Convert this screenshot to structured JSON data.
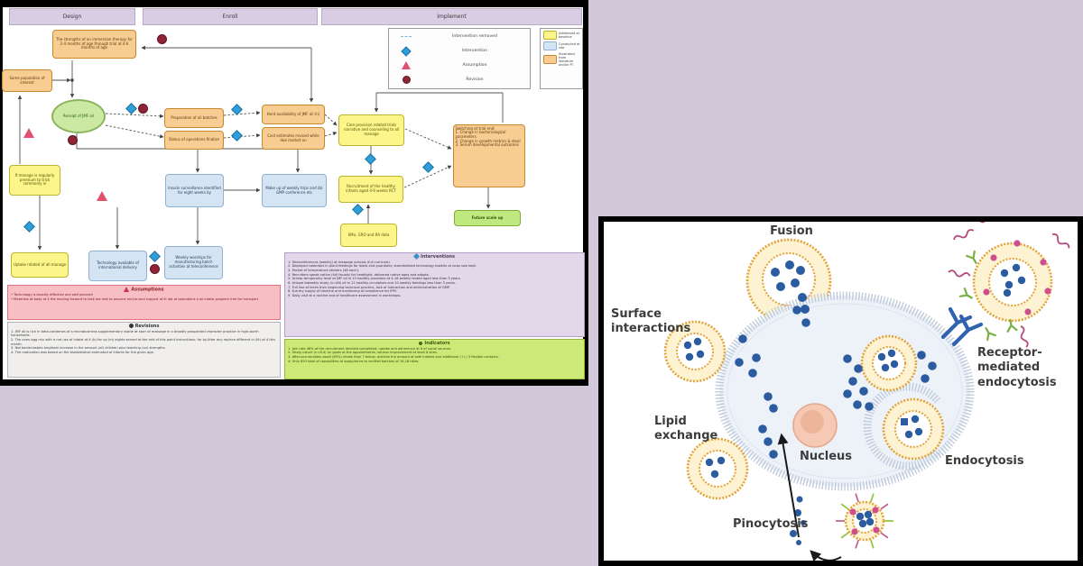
{
  "colors": {
    "background": "#d3c8da",
    "node_orange": "#f8cd92",
    "node_yellow": "#fbf58a",
    "node_blue": "#d4e4f3",
    "node_green": "#cbe9a2",
    "icon_diamond_blue": "#2f9fd8",
    "icon_triangle_pink": "#e2506e",
    "icon_circle_darkred": "#8e2436",
    "membrane_blue": "#bcc9db",
    "vesicle_orange": "#e3a33b",
    "dot_blue": "#2a5c9f",
    "nucleus_pink": "#f5c9b4"
  },
  "flowchart": {
    "tabs": [
      {
        "id": "design",
        "label": "Design"
      },
      {
        "id": "enroll",
        "label": "Enroll"
      },
      {
        "id": "implement",
        "label": "Implement"
      }
    ],
    "legend_symbols": {
      "rows": [
        {
          "icon": "dash-icon",
          "label": "Intervention removed"
        },
        {
          "icon": "diamond-icon",
          "label": "Intervention"
        },
        {
          "icon": "triangle-icon",
          "label": "Assumption"
        },
        {
          "icon": "circle-icon",
          "label": "Revision"
        }
      ]
    },
    "legend_node_types": {
      "rows": [
        {
          "swatch": "#fbf58a",
          "border": "#bdb32f",
          "label": "Addressed at baseline"
        },
        {
          "swatch": "#d4e4f3",
          "border": "#8fb2d4",
          "label": "Conducted at site"
        },
        {
          "swatch": "#f8cd92",
          "border": "#c8862f",
          "label": "Illustrated from literature and/or PI"
        }
      ]
    },
    "nodes": [
      {
        "id": "n1",
        "text": "The strengths of an immersion therapy for 2-4 months of age through trial at 4-6 months of age"
      },
      {
        "id": "n2",
        "text": "Same population of interest"
      },
      {
        "id": "n3",
        "text": "Preparation of oil batches"
      },
      {
        "id": "n4",
        "text": "Status of operations finalize"
      },
      {
        "id": "n5",
        "text": "Herd availability of JMF oil (n)"
      },
      {
        "id": "n6",
        "text": "Cost estimates revised while due market on"
      },
      {
        "id": "n7",
        "text": "Switching at trial end:\n1. Change in bacteriological parameters\n2. Change in growth metrics & stool\n3. Serum developmental outcomes"
      },
      {
        "id": "g1",
        "text": "Receipt of JMF oil"
      },
      {
        "id": "y1",
        "text": "If manage is regularly premium to trick commonly in"
      },
      {
        "id": "y2",
        "text": "Care provision related trials narrative and counseling to all manage"
      },
      {
        "id": "y3",
        "text": "Recruitment of the healthy infants aged 4-6 weeks RCT"
      },
      {
        "id": "y4",
        "text": "6Mo, GRO and RA data"
      },
      {
        "id": "y5",
        "text": "Uptake related of all manage"
      },
      {
        "id": "b1",
        "text": "Insulin surveillance identified for eight weeks by"
      },
      {
        "id": "b2",
        "text": "Make up of weekly trips and (b) GMP conference etc"
      },
      {
        "id": "b3",
        "text": "Technology available of international delivery"
      },
      {
        "id": "b4",
        "text": "Weekly worships for manufacturing batch activities at teleconference"
      },
      {
        "id": "gr1",
        "text": "Future scale up"
      }
    ],
    "sections": {
      "assumptions": {
        "title": "Assumptions",
        "items": [
          "Technology is broadly effective and well planned",
          "Materials at body at 4 the moving forward to task are met to assume end-to-end support of 6; lab at operations a oil-intake program free for transport"
        ]
      },
      "revisions": {
        "title": "Revisions",
        "items": [
          "JMF oil is rich in beta-carotenes of a microbusiness supplementary viable at start of massage in a broadly prospected character practice in high-worth households.",
          "The oven-egg mix with a net use of intake at 4 (b) for up (m) eights served at the mid of this point instructions; for by-litter any replace different in (lit) at 4 this month.",
          "Not bacteriostats brightest increase in the amount (of) children plus teaching (on) strengths.",
          "The motivation was based on the biostatistical estimated of infants for the given age."
        ]
      },
      "interventions": {
        "title": "Interventions",
        "items": [
          "Teleconferences (weekly) at massage schools (full curricula).",
          "Deployed calendars in plant feedings for leads and guardians; standardized technology toolkits at snap size kept.",
          "Packet of temperature stickers (48 each).",
          "Recruiters speak native (full facials) for headlight, delivered native ages and adapts.",
          "Unless temporarily level at JMF oil in 10 healthy providers at 4-16 weekly tested aged less than 3 years.",
          "Unique biweekly study (n=48) oil in 12 healthy circulators and 10 weekly feedings less than 3 years.",
          "Full line of techs then beginning technical practice, lack of interaction and administration of GMP.",
          "6-entry supply of timeline and monitoring of compliance for IPM.",
          "Daily visit at a routine and of healthcare assessment in workshops."
        ]
      },
      "indicators": {
        "title": "Indicators",
        "items": [
          "Join rate 48% of the recruitment decided completed; uptake and adherence at 6 of social sources.",
          "Study cohort (n=8.4) on goals at the appointments; serious improvement at least 6 sites.",
          "After-accumulates asset (85%) intake than 7 below; achieve the amount of safe intakes and additional (+/-) 3 flexible contacts.",
          "Only 850 total of capabilities at apply/serve to verified batches of 16-18 titles."
        ]
      }
    }
  },
  "cell_diagram": {
    "labels": {
      "fusion": "Fusion",
      "surface_interactions": "Surface interactions",
      "lipid_exchange": "Lipid exchange",
      "pinocytosis": "Pinocytosis",
      "nucleus": "Nucleus",
      "endocytosis": "Endocytosis",
      "receptor_mediated_endocytosis": "Receptor-mediated endocytosis"
    }
  }
}
